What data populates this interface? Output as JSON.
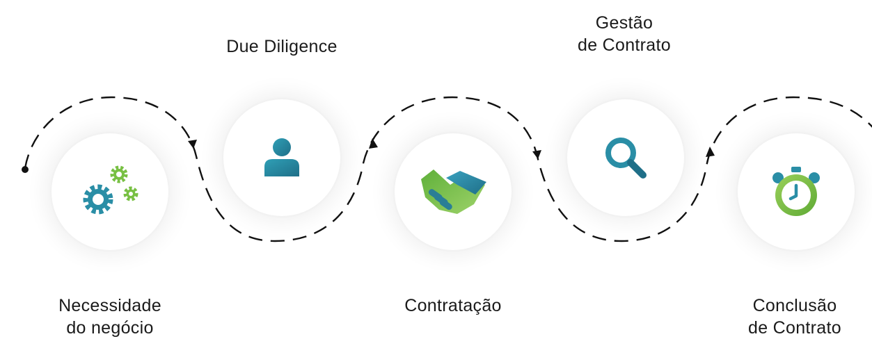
{
  "steps": [
    {
      "id": "necessidade",
      "label_lines": [
        "Necessidade",
        "do negócio"
      ],
      "icon": "gears-icon"
    },
    {
      "id": "due-diligence",
      "label_lines": [
        "Due Diligence"
      ],
      "icon": "person-icon"
    },
    {
      "id": "contratacao",
      "label_lines": [
        "Contratação"
      ],
      "icon": "handshake-icon"
    },
    {
      "id": "gestao",
      "label_lines": [
        "Gestão",
        "de Contrato"
      ],
      "icon": "magnifier-icon"
    },
    {
      "id": "conclusao",
      "label_lines": [
        "Conclusão",
        "de Contrato"
      ],
      "icon": "stopwatch-icon"
    }
  ],
  "colors": {
    "teal": "#2a8ea6",
    "green": "#78c043",
    "line": "#111111",
    "text": "#1a1a1a"
  }
}
